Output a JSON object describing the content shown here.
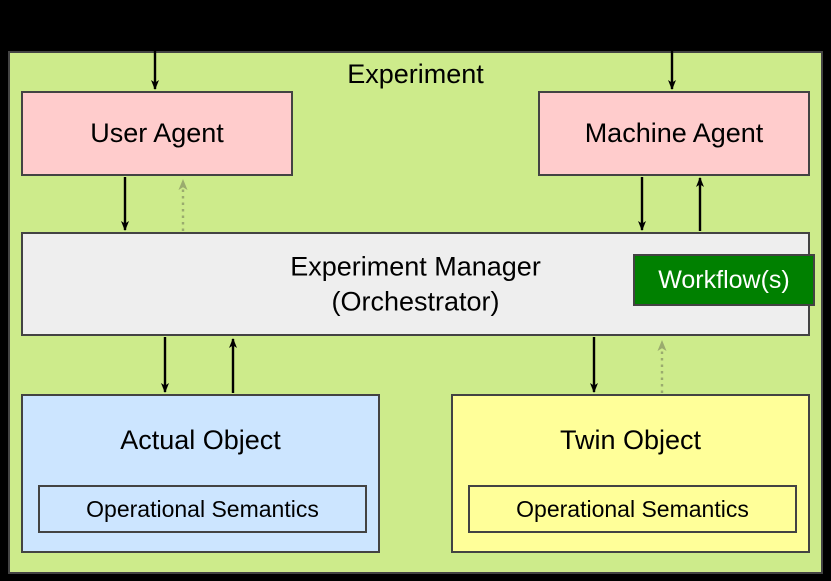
{
  "diagram": {
    "title": "Experiment",
    "container_color": "#cdeb8b",
    "border_color": "#434343",
    "nodes": {
      "user_agent": {
        "label": "User Agent",
        "color": "#ffcccc"
      },
      "machine_agent": {
        "label": "Machine Agent",
        "color": "#ffcccc"
      },
      "experiment_manager": {
        "label_line1": "Experiment Manager",
        "label_line2": "(Orchestrator)",
        "color": "#eeeeee",
        "workflow": {
          "label": "Workflow(s)",
          "color": "#008000",
          "text_color": "#ffffff"
        }
      },
      "actual_object": {
        "label": "Actual Object",
        "color": "#cce5ff",
        "semantics": {
          "label": "Operational Semantics"
        }
      },
      "twin_object": {
        "label": "Twin Object",
        "color": "#ffff99",
        "semantics": {
          "label": "Operational Semantics"
        }
      }
    },
    "edges": [
      {
        "name": "external-to-user-agent",
        "style": "solid",
        "color": "#000000",
        "direction": "down"
      },
      {
        "name": "external-to-machine-agent",
        "style": "solid",
        "color": "#000000",
        "direction": "down"
      },
      {
        "name": "user-agent-to-manager",
        "style": "solid",
        "color": "#000000",
        "direction": "down"
      },
      {
        "name": "manager-to-user-agent",
        "style": "dotted",
        "color": "#9aab6e",
        "direction": "up"
      },
      {
        "name": "machine-agent-to-manager",
        "style": "solid",
        "color": "#000000",
        "direction": "down"
      },
      {
        "name": "manager-to-machine-agent",
        "style": "solid",
        "color": "#000000",
        "direction": "up"
      },
      {
        "name": "manager-to-actual-object",
        "style": "solid",
        "color": "#000000",
        "direction": "down"
      },
      {
        "name": "actual-object-to-manager",
        "style": "solid",
        "color": "#000000",
        "direction": "up"
      },
      {
        "name": "manager-to-twin-object",
        "style": "solid",
        "color": "#000000",
        "direction": "down"
      },
      {
        "name": "twin-object-to-manager",
        "style": "dotted",
        "color": "#9aab6e",
        "direction": "up"
      }
    ]
  }
}
